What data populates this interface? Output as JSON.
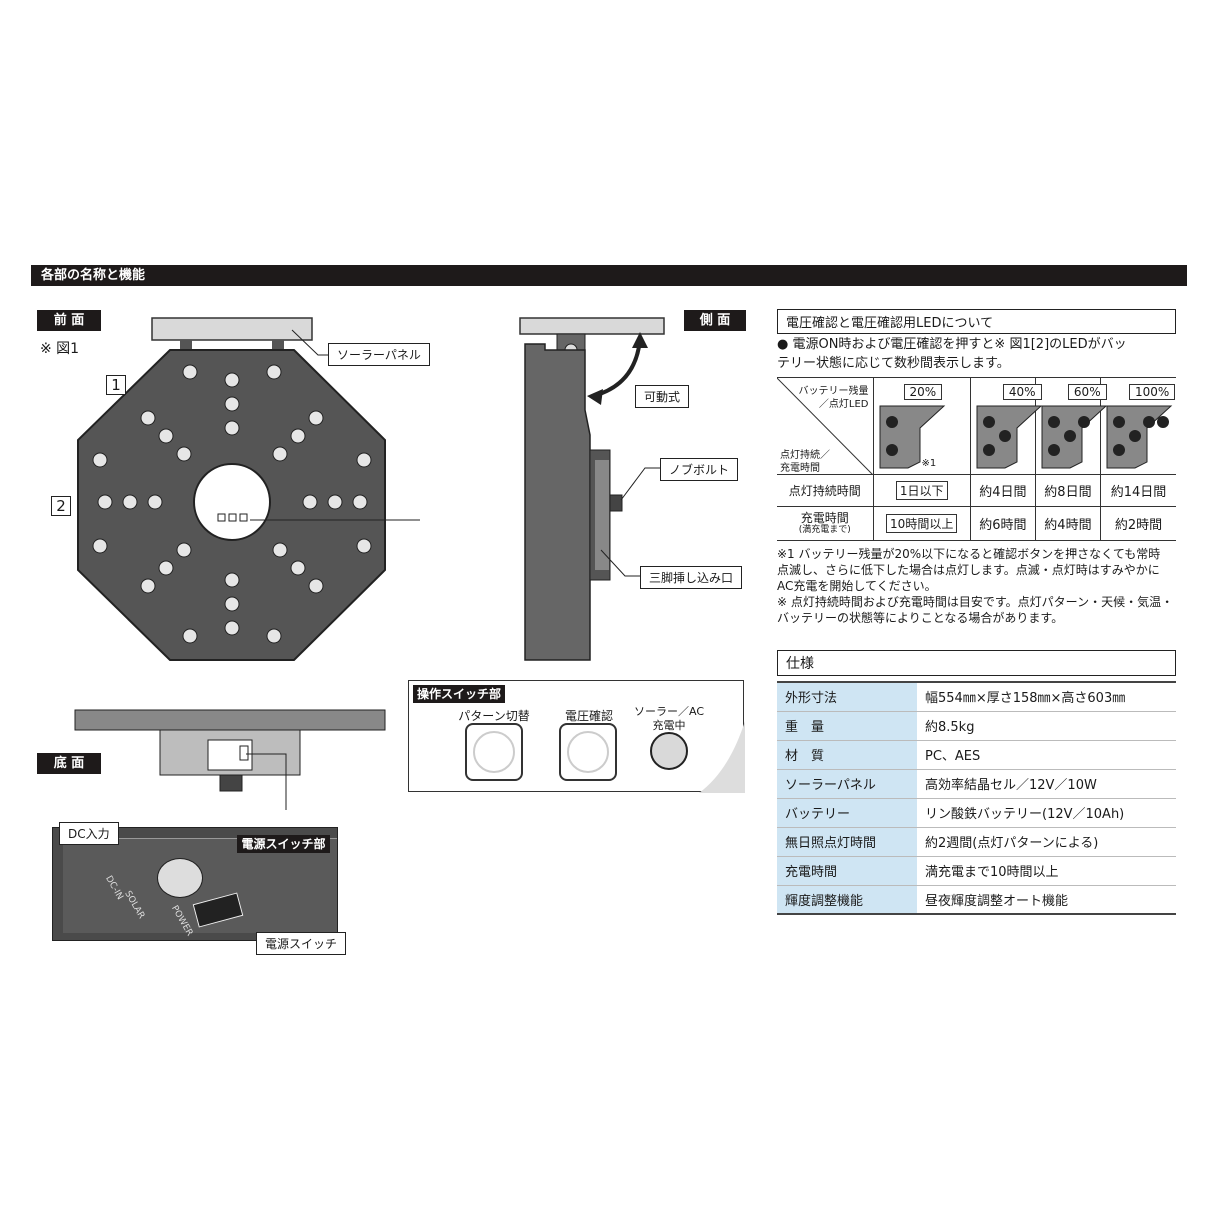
{
  "section_title": "各部の名称と機能",
  "front": {
    "tag": "前 面",
    "ref": "※ 図1",
    "num1": "1",
    "num2": "2",
    "solar_panel_label": "ソーラーパネル"
  },
  "side": {
    "tag": "側 面",
    "movable_label": "可動式",
    "knob_bolt_label": "ノブボルト",
    "tripod_label": "三脚挿し込み口"
  },
  "bottom": {
    "tag": "底 面",
    "dc_input_label": "DC入力",
    "power_switch_area_label": "電源スイッチ部",
    "power_switch_label": "電源スイッチ",
    "engraving_top": "POWER",
    "engraving_dc": "DC-IN",
    "engraving_solar": "SOLAR"
  },
  "switch_panel": {
    "title": "操作スイッチ部",
    "pattern_label": "パターン切替",
    "voltage_label": "電圧確認",
    "charging_label_1": "ソーラー／AC",
    "charging_label_2": "充電中"
  },
  "voltage_info": {
    "title": "電圧確認と電圧確認用LEDについて",
    "intro_line1": "● 電源ON時および電圧確認を押すと※ 図1[2]のLEDがバッ",
    "intro_line2": "テリー状態に応じて数秒間表示します。",
    "header_top": "バッテリー残量",
    "header_top2": "／点灯LED",
    "header_bottom": "点灯持続／",
    "header_bottom2": "充電時間",
    "note_mark": "※1",
    "levels": [
      {
        "pct": "20%",
        "leds": 2,
        "duration": "1日以下",
        "charge": "10時間以上",
        "boxed": true
      },
      {
        "pct": "40%",
        "leds": 3,
        "duration": "約4日間",
        "charge": "約6時間",
        "boxed": false
      },
      {
        "pct": "60%",
        "leds": 4,
        "duration": "約8日間",
        "charge": "約4時間",
        "boxed": false
      },
      {
        "pct": "100%",
        "leds": 5,
        "duration": "約14日間",
        "charge": "約2時間",
        "boxed": false
      }
    ],
    "row_duration_label": "点灯持続時間",
    "row_charge_label": "充電時間",
    "row_charge_sub": "(満充電まで)",
    "note1_line1": "※1 バッテリー残量が20%以下になると確認ボタンを押さなくても常時",
    "note1_line2": "点滅し、さらに低下した場合は点灯します。点滅・点灯時はすみやかに",
    "note1_line3": "AC充電を開始してください。",
    "note2_line1": "※ 点灯持続時間および充電時間は目安です。点灯パターン・天候・気温・",
    "note2_line2": "バッテリーの状態等によりことなる場合があります。"
  },
  "specs": {
    "title": "仕様",
    "rows": [
      {
        "key": "外形寸法",
        "value": "幅554㎜×厚さ158㎜×高さ603㎜"
      },
      {
        "key": "重　量",
        "value": "約8.5kg"
      },
      {
        "key": "材　質",
        "value": "PC、AES"
      },
      {
        "key": "ソーラーパネル",
        "value": "高効率結晶セル／12V／10W"
      },
      {
        "key": "バッテリー",
        "value": "リン酸鉄バッテリー(12V／10Ah)"
      },
      {
        "key": "無日照点灯時間",
        "value": "約2週間(点灯パターンによる)"
      },
      {
        "key": "充電時間",
        "value": "満充電まで10時間以上"
      },
      {
        "key": "輝度調整機能",
        "value": "昼夜輝度調整オート機能"
      }
    ]
  },
  "colors": {
    "bar": "#1e1a1a",
    "spec_key_bg": "#cfe5f3",
    "body_gray": "#5a5a5a"
  }
}
